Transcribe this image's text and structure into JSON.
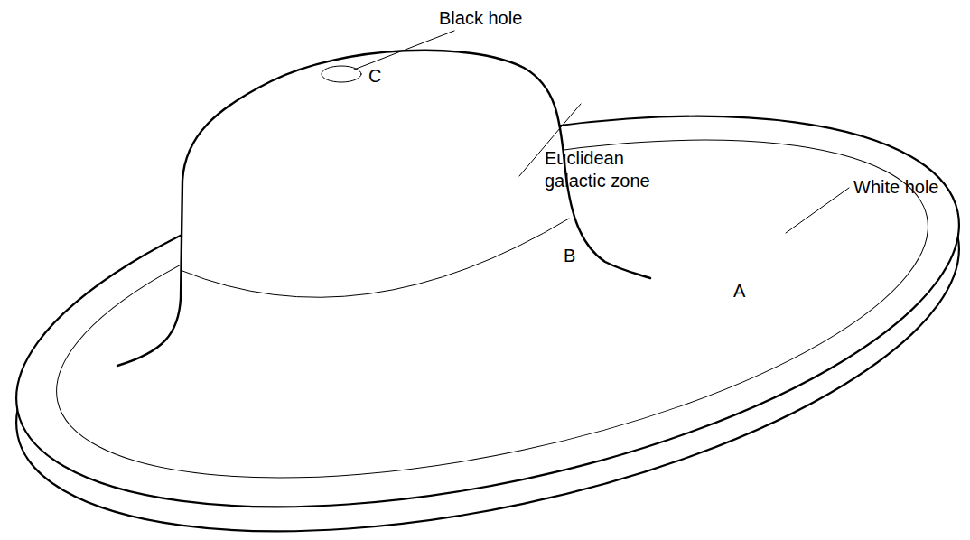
{
  "diagram": {
    "labels": [
      "Black hole",
      "C",
      "Euclidean galactic zone",
      "White hole",
      "B",
      "A"
    ]
  }
}
